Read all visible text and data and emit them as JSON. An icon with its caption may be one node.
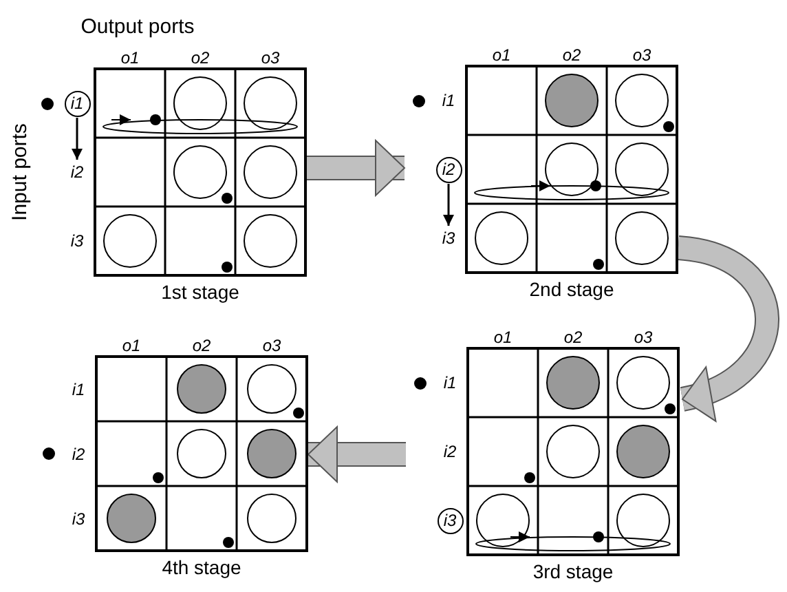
{
  "diagram": {
    "nodes": [
      {
        "text": [
          "1st stage"
        ]
      },
      {
        "text": [
          "i1"
        ]
      },
      {
        "text": [
          "i2"
        ]
      },
      {
        "text": [
          "2nd stage"
        ]
      },
      {
        "text": [
          "i2"
        ]
      },
      {
        "text": [
          "i3"
        ]
      },
      {
        "text": [
          "3rd stage"
        ]
      },
      {
        "text": [
          "i3"
        ]
      },
      {
        "text": [
          "4th stage"
        ]
      }
    ],
    "edges": [
      {
        "from": 1,
        "to": 2,
        "arrow": "to",
        "color": "#000000"
      },
      {
        "from": 0,
        "to": 3,
        "arrow": "to"
      },
      {
        "from": 4,
        "to": 5,
        "arrow": "to",
        "color": "#000000"
      },
      {
        "from": 3,
        "to": 6,
        "arrow": "to"
      },
      {
        "from": 6,
        "to": 8,
        "arrow": "to"
      }
    ],
    "labels": [
      "Output ports",
      "Input ports",
      "o1",
      "o2",
      "o3",
      "i3",
      "o1",
      "o2",
      "o3",
      "i1",
      "o1",
      "o2",
      "o3",
      "i1",
      "i2",
      "o1",
      "o2",
      "o3",
      "i1",
      "i2",
      "i3"
    ]
  }
}
